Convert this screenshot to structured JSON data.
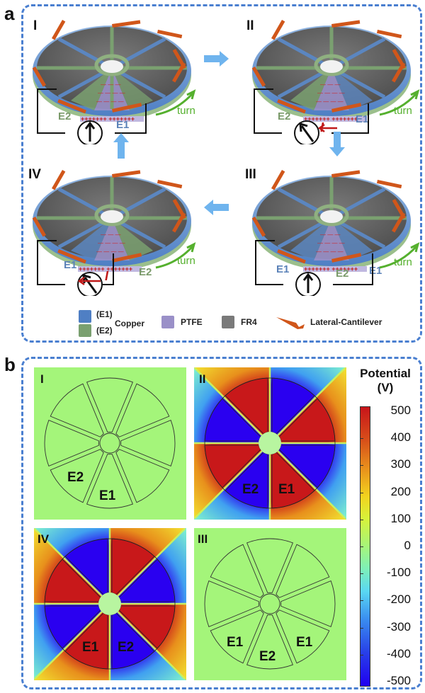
{
  "panel_a": {
    "letter": "a",
    "stages": [
      {
        "id": "I",
        "roman": "I",
        "left_electrode": "E2",
        "right_electrode": "E1",
        "meter": "neutral",
        "current_label": ""
      },
      {
        "id": "II",
        "roman": "II",
        "left_electrode": "E2",
        "right_electrode": "E1",
        "meter": "deflected",
        "current_label": "I"
      },
      {
        "id": "III",
        "roman": "III",
        "left_electrode": "E1",
        "mid_electrode": "E2",
        "right_electrode": "E1",
        "meter": "neutral",
        "current_label": ""
      },
      {
        "id": "IV",
        "roman": "IV",
        "left_electrode": "E1",
        "right_electrode": "E2",
        "meter": "deflected",
        "current_label": "I"
      }
    ],
    "turn_label": "turn",
    "legend": {
      "e1_label": "(E1)",
      "e2_label": "(E2)",
      "copper_label": "Copper",
      "ptfe_label": "PTFE",
      "fr4_label": "FR4",
      "cantilever_label": "Lateral-Cantilever"
    },
    "colors": {
      "e1": "#4f7fc4",
      "e2": "#7aa070",
      "ptfe": "#9a90c8",
      "fr4": "#6e6e6e",
      "cantilever": "#d0561a",
      "flow_arrow": "#6fb4ee",
      "turn_arrow": "#55b02e",
      "current": "#c01a1a"
    }
  },
  "panel_b": {
    "letter": "b",
    "maps": [
      {
        "id": "I",
        "roman": "I",
        "state": "neutral",
        "labels": [
          "E2",
          "E1"
        ]
      },
      {
        "id": "II",
        "roman": "II",
        "state": "charged",
        "labels": [
          "E2",
          "E1"
        ]
      },
      {
        "id": "IV",
        "roman": "IV",
        "state": "charged-reversed",
        "labels": [
          "E1",
          "E2"
        ]
      },
      {
        "id": "III",
        "roman": "III",
        "state": "neutral",
        "labels": [
          "E1",
          "E2",
          "E1"
        ]
      }
    ],
    "colorbar": {
      "title_line1": "Potential",
      "title_line2": "(V)",
      "ticks": [
        "500",
        "400",
        "300",
        "200",
        "100",
        "0",
        "-100",
        "-200",
        "-300",
        "-400",
        "-500"
      ],
      "range": [
        -500,
        500
      ]
    },
    "colors": {
      "neutral": "#a4f57a",
      "positive": "#c8181a",
      "negative": "#2a00f0"
    }
  }
}
